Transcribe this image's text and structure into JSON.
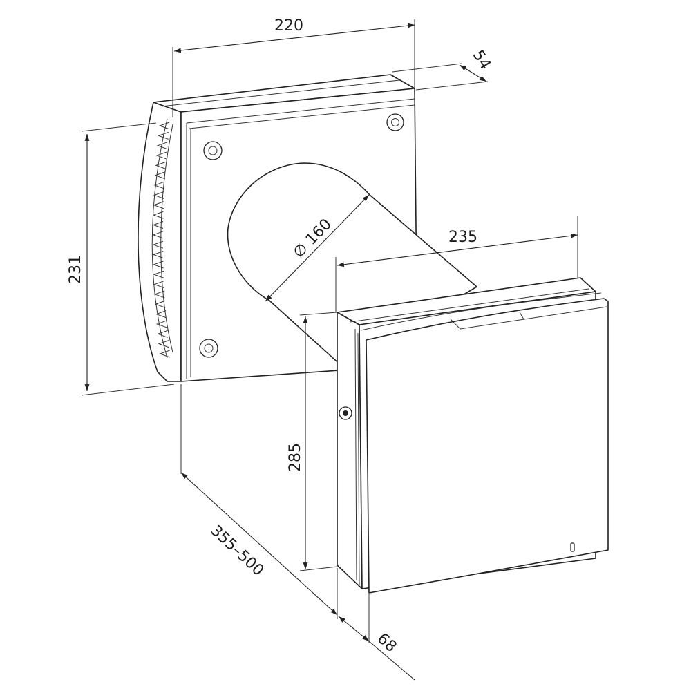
{
  "dimensions": {
    "width_top": "220",
    "depth_top": "54",
    "height_left": "231",
    "diameter": "∅ 160",
    "width_front": "235",
    "height_front": "285",
    "length": "355–500",
    "depth_front": "68"
  },
  "colors": {
    "line": "#222222",
    "background": "#ffffff"
  }
}
